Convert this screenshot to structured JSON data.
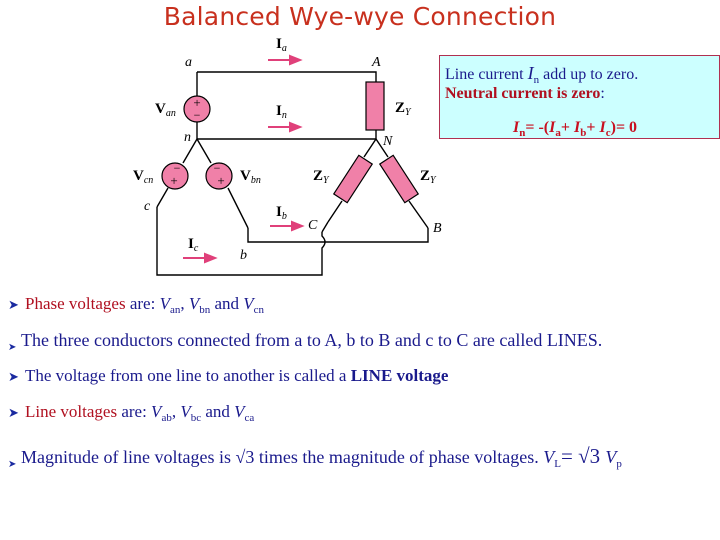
{
  "slide": {
    "title": "Balanced Wye-wye Connection",
    "background": "#ffffff",
    "title_color": "#c8301e"
  },
  "diagram": {
    "node_labels": {
      "a": "a",
      "A": "A",
      "n": "n",
      "N": "N",
      "b": "b",
      "B": "B",
      "c": "c",
      "C": "C"
    },
    "currents": {
      "Ia": "I",
      "Ia_sub": "a",
      "In": "I",
      "In_sub": "n",
      "Ib": "I",
      "Ib_sub": "b",
      "Ic": "I",
      "Ic_sub": "c"
    },
    "sources": {
      "Van": "V",
      "Van_sub": "an",
      "Vbn": "V",
      "Vbn_sub": "bn",
      "Vcn": "V",
      "Vcn_sub": "cn"
    },
    "impedance": {
      "label": "Z",
      "sub": "Y"
    },
    "plus": "+",
    "minus": "−",
    "colors": {
      "source_fill": "#f080a8",
      "impedance_fill": "#f080a8",
      "arrow": "#e0407a",
      "wire": "#000000"
    }
  },
  "infobox": {
    "line1_prefix": "Line current ",
    "line1_var": "I",
    "line1_sub": "n",
    "line1_suffix": " add up to zero.",
    "line2": "Neutral current is zero",
    "line2_colon": ":",
    "eq_In": "I",
    "eq_In_sub": "n",
    "eq_mid1": "= -(",
    "eq_Ia": "I",
    "eq_Ia_sub": "a",
    "eq_plus1": "+ ",
    "eq_Ib": "I",
    "eq_Ib_sub": "b",
    "eq_plus2": "+ ",
    "eq_Ic": "I",
    "eq_Ic_sub": "c",
    "eq_end": ")= 0",
    "background": "#ccffff",
    "border": "#b03050"
  },
  "bullets": [
    {
      "red_text": "Phase voltages",
      "text": " are: ",
      "v1": "V",
      "v1_sub": "an",
      "sep1": ", ",
      "v2": "V",
      "v2_sub": "bn",
      "sep2": " and ",
      "v3": "V",
      "v3_sub": "cn"
    },
    {
      "text": "The three conductors connected from a to  A, b to B and c to C are called LINES."
    },
    {
      "text": "The voltage from one line to another is called a ",
      "bold": "LINE voltage"
    },
    {
      "red_text": "Line voltages",
      "text": " are: ",
      "v1": "V",
      "v1_sub": "ab",
      "sep1": ", ",
      "v2": "V",
      "v2_sub": "bc",
      "sep2": " and ",
      "v3": "V",
      "v3_sub": "ca"
    },
    {
      "text": "Magnitude of line voltages is √3 times the magnitude of phase voltages. ",
      "vl": "V",
      "vl_sub": "L",
      "eq": "= √3  ",
      "vp": "V",
      "vp_sub": "p"
    }
  ],
  "bullet_icon": "arrowhead-bullet"
}
